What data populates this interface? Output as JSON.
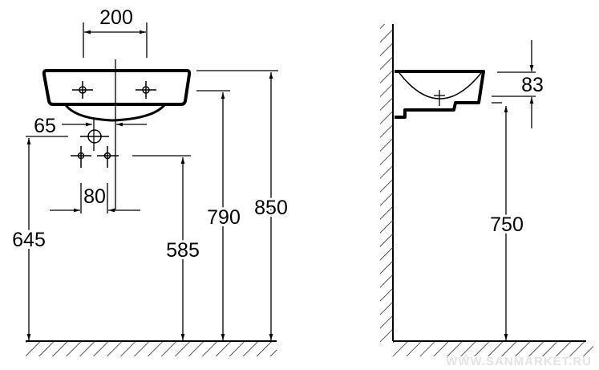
{
  "front_view": {
    "dims": {
      "tap_spacing": "200",
      "drain_offset": "65",
      "inlet_spacing": "80",
      "drain_height": "645",
      "inlet_height": "585",
      "bottom_height": "790",
      "top_height": "850"
    }
  },
  "side_view": {
    "dims": {
      "rim_thickness": "83",
      "underside_height": "750"
    }
  },
  "watermark": "WWW.SANMARKET.RU",
  "colors": {
    "line": "#000000",
    "watermark": "#e4e4e4"
  }
}
